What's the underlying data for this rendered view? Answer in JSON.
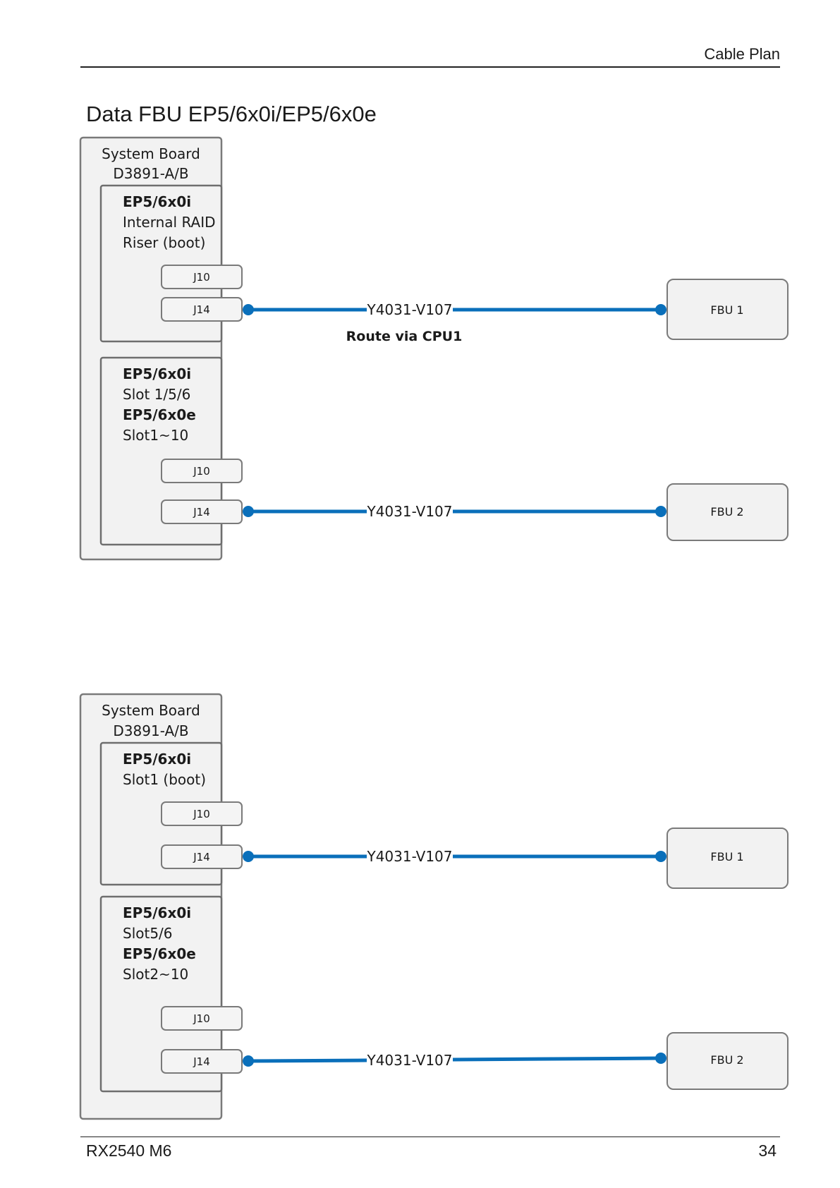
{
  "header": {
    "section": "Cable Plan"
  },
  "title": "Data FBU EP5/6x0i/EP5/6x0e",
  "diagrams": [
    {
      "system_board": {
        "line1": "System Board",
        "line2": "D3891-A/B"
      },
      "riser1": {
        "lines": [
          "EP5/6x0i",
          "Internal RAID",
          "Riser (boot)"
        ],
        "bold": [
          true,
          false,
          false
        ],
        "conn_a": "J10",
        "conn_b": "J14"
      },
      "riser2": {
        "lines": [
          "EP5/6x0i",
          "Slot 1/5/6",
          "EP5/6x0e",
          "Slot1~10"
        ],
        "bold": [
          true,
          false,
          true,
          false
        ],
        "conn_a": "J10",
        "conn_b": "J14"
      },
      "cable1": "Y4031-V107",
      "note1": "Route via CPU1",
      "cable2": "Y4031-V107",
      "fbu1": "FBU 1",
      "fbu2": "FBU 2"
    },
    {
      "system_board": {
        "line1": "System Board",
        "line2": "D3891-A/B"
      },
      "riser1": {
        "lines": [
          "EP5/6x0i",
          "Slot1 (boot)"
        ],
        "bold": [
          true,
          false
        ],
        "conn_a": "J10",
        "conn_b": "J14"
      },
      "riser2": {
        "lines": [
          "EP5/6x0i",
          "Slot5/6",
          "EP5/6x0e",
          "Slot2~10"
        ],
        "bold": [
          true,
          false,
          true,
          false
        ],
        "conn_a": "J10",
        "conn_b": "J14"
      },
      "cable1": "Y4031-V107",
      "cable2": "Y4031-V107",
      "fbu1": "FBU 1",
      "fbu2": "FBU 2"
    }
  ],
  "footer": {
    "model": "RX2540 M6",
    "page": "34"
  },
  "colors": {
    "cable": "#0a6fba",
    "box_fill": "#f2f2f2",
    "box_stroke": "#7a7a7a"
  }
}
